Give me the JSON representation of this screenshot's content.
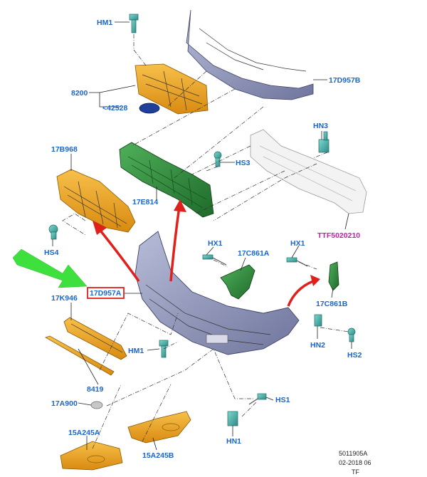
{
  "labels": {
    "hm1_top": "HM1",
    "p8200": "8200",
    "p42528": "<42528",
    "p17d957b": "17D957B",
    "p17b968": "17B968",
    "hn3": "HN3",
    "hs3": "HS3",
    "p17e814": "17E814",
    "ttf": "TTF5020210",
    "hs4": "HS4",
    "hx1_left": "HX1",
    "p17c861a": "17C861A",
    "hx1_right": "HX1",
    "p17d957a": "17D957A",
    "p17k946": "17K946",
    "p17c861b": "17C861B",
    "hn2": "HN2",
    "hs2": "HS2",
    "hm1_mid": "HM1",
    "p8419": "8419",
    "p17a900": "17A900",
    "hs1": "HS1",
    "hn1": "HN1",
    "p15a245a": "15A245A",
    "p15a245b": "15A245B"
  },
  "footer": {
    "code": "5011905A",
    "date": "02-2018 06",
    "tag": "TF"
  },
  "colors": {
    "label_blue": "#1a66cc",
    "label_magenta": "#c41ea8",
    "highlight_box": "#e0201a",
    "arrow_red": "#e0201a",
    "arrow_green": "#3ee03e",
    "part_orange": "#f0a020",
    "part_green": "#2e8a3a",
    "part_bumper": "#8a90b8",
    "part_clip": "#3aa8a0"
  }
}
